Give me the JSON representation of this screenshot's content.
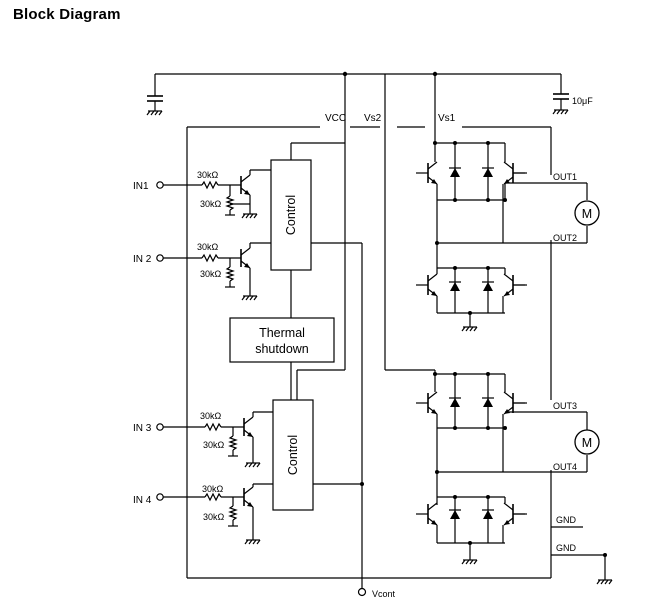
{
  "title": "Block Diagram",
  "labels": {
    "vcc": "VCC",
    "vs2": "Vs2",
    "vs1": "Vs1",
    "cap": "10μF",
    "vcont": "Vcont",
    "ctrl1": "Control",
    "ctrl2": "Control",
    "thermal1": "Thermal",
    "thermal2": "shutdown",
    "in1": "IN1",
    "in2": "IN 2",
    "in3": "IN 3",
    "in4": "IN 4",
    "r1a": "30kΩ",
    "r1b": "30kΩ",
    "r2a": "30kΩ",
    "r2b": "30kΩ",
    "r3a": "30kΩ",
    "r3b": "30kΩ",
    "r4a": "30kΩ",
    "r4b": "30kΩ",
    "out1": "OUT1",
    "out2": "OUT2",
    "out3": "OUT3",
    "out4": "OUT4",
    "gnd1": "GND",
    "gnd2": "GND",
    "motor1": "M",
    "motor2": "M"
  }
}
